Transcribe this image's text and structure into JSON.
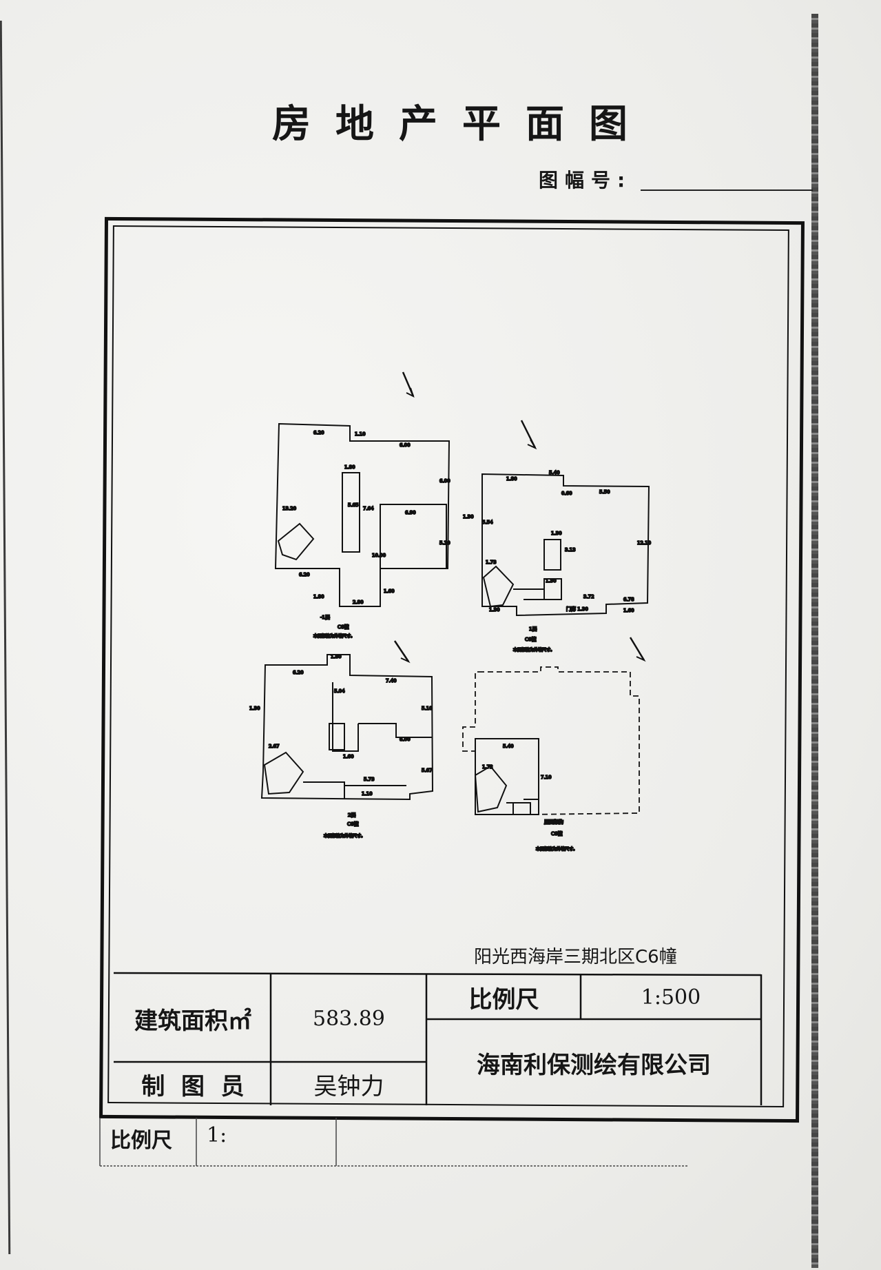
{
  "header": {
    "title": "房地产平面图",
    "sheet_number_label": "图幅号:"
  },
  "project_name": "阳光西海岸三期北区C6幢",
  "plans": [
    {
      "floor": "-1层",
      "building": "C6幢",
      "note": "本层标注为外墙尺寸。",
      "dims": [
        "6.20",
        "1.10",
        "6.00",
        "1.80",
        "13.20",
        "6.00",
        "6.90",
        "5.10",
        "7.64",
        "5.65",
        "10.00",
        "6.20",
        "1.80",
        "2.80",
        "1.60"
      ]
    },
    {
      "floor": "1层",
      "building": "C6幢",
      "note": "本层标注为外墙尺寸。",
      "dims": [
        "1.80",
        "5.40",
        "5.50",
        "0.60",
        "1.30",
        "5.54",
        "1.30",
        "12.10",
        "1.73",
        "3.13",
        "1.30",
        "3.72",
        "6.78",
        "1.30",
        "1.60"
      ],
      "door_label": "门廊 1.30"
    },
    {
      "floor": "2层",
      "building": "C6幢",
      "note": "本层标注为外墙尺寸。",
      "dims": [
        "1.80",
        "6.20",
        "7.40",
        "1.30",
        "5.04",
        "6.00",
        "1.60",
        "5.10",
        "5.73",
        "2.67",
        "5.67",
        "1.10"
      ]
    },
    {
      "floor": "屋面架构",
      "building": "C6幢",
      "note": "本层标注为外墙尺寸。",
      "dims": [
        "5.40",
        "1.72",
        "7.10"
      ]
    }
  ],
  "title_block": {
    "area_label": "建筑面积㎡",
    "area_value": "583.89",
    "scale_label": "比例尺",
    "scale_value": "1:500",
    "drafter_label": "制  图  员",
    "drafter_value": "吴钟力",
    "company": "海南利保测绘有限公司"
  },
  "footer": {
    "scale_label": "比例尺",
    "scale_value": "1:"
  }
}
